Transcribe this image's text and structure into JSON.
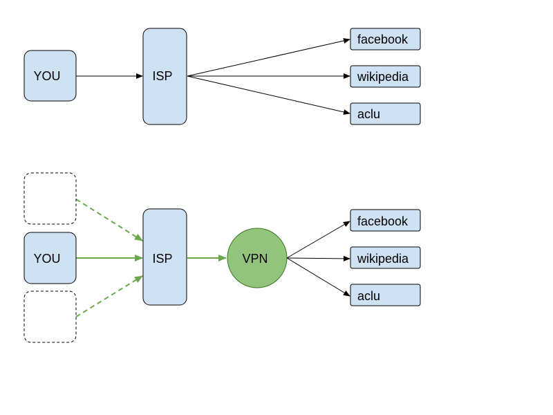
{
  "colors": {
    "box_fill": "#cfe2f3",
    "box_stroke": "#000000",
    "vpn_fill": "#93c47d",
    "vpn_stroke": "#38761d",
    "green_arrow": "#6aa84f",
    "black_arrow": "#000000",
    "dashed_box_stroke": "#000000",
    "background": "#ffffff"
  },
  "top_diagram": {
    "you_label": "YOU",
    "isp_label": "ISP",
    "sites": [
      "facebook",
      "wikipedia",
      "aclu"
    ]
  },
  "bottom_diagram": {
    "you_label": "YOU",
    "isp_label": "ISP",
    "vpn_label": "VPN",
    "sites": [
      "facebook",
      "wikipedia",
      "aclu"
    ],
    "other_users_count": 2
  }
}
